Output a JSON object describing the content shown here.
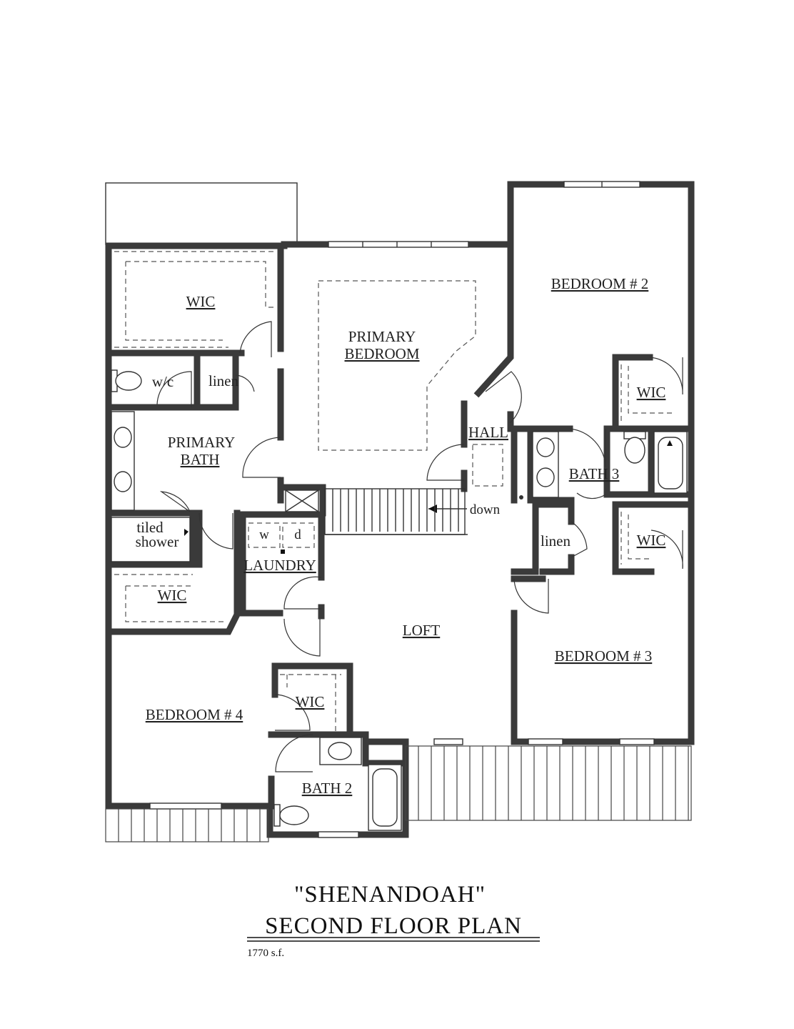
{
  "plan": {
    "name": "\"SHENANDOAH\"",
    "title": "SECOND  FLOOR  PLAN",
    "area": "1770 s.f."
  },
  "rooms": {
    "wic_primary_top": "WIC",
    "primary_bedroom_1": "PRIMARY",
    "primary_bedroom_2": "BEDROOM",
    "bedroom2": "BEDROOM # 2",
    "wc": "w/c",
    "linen_primary": "linen",
    "primary_bath_1": "PRIMARY",
    "primary_bath_2": "BATH",
    "hall": "HALL",
    "wic_bed2": "WIC",
    "bath3": "BATH 3",
    "down": "down",
    "washer": "w",
    "dryer": "d",
    "tiled": "tiled",
    "shower": "shower",
    "linen_hall": "linen",
    "wic_bed3": "WIC",
    "laundry": "LAUNDRY",
    "wic_primary_bottom": "WIC",
    "loft": "LOFT",
    "bedroom3": "BEDROOM # 3",
    "wic_bed4": "WIC",
    "bedroom4": "BEDROOM # 4",
    "bath2": "BATH 2"
  }
}
